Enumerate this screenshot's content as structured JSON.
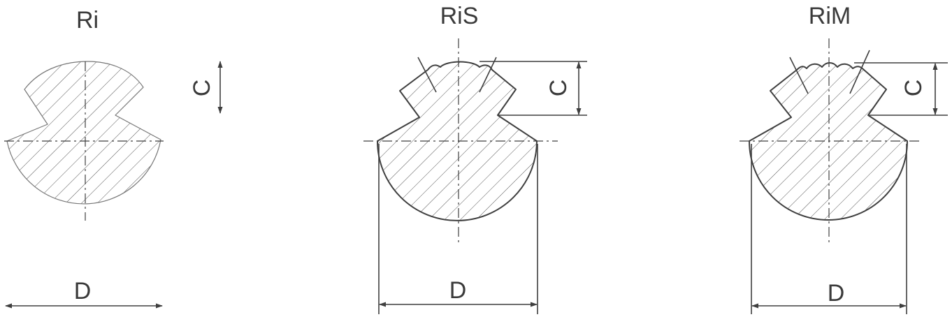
{
  "profiles": [
    {
      "title": "Ri",
      "dim_c": "C",
      "dim_d": "D"
    },
    {
      "title": "RiS",
      "dim_c": "C",
      "dim_d": "D"
    },
    {
      "title": "RiM",
      "dim_c": "C",
      "dim_d": "D"
    }
  ]
}
